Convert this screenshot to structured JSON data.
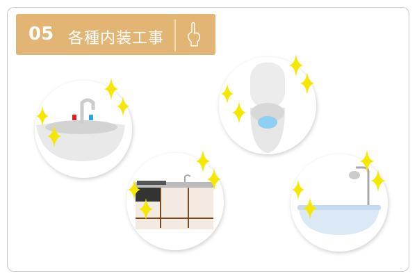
{
  "header": {
    "number": "05",
    "title": "各種内装工事",
    "icon": "pointing-hand-icon"
  },
  "illustrations": [
    "sink",
    "toilet",
    "kitchen",
    "bathtub"
  ],
  "colors": {
    "header_bg": "#e3b574",
    "sparkle": "#f5e800"
  }
}
